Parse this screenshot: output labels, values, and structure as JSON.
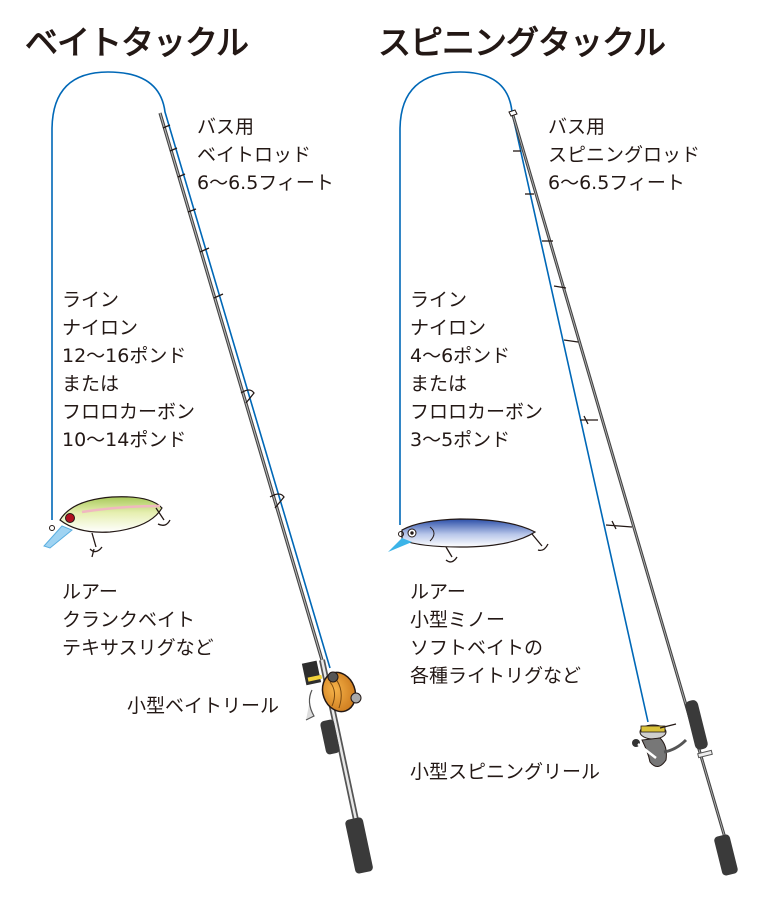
{
  "colors": {
    "line": "#0068b7",
    "text": "#231815",
    "rod": "#555555",
    "bait_reel": "#e8951e",
    "reel_gold": "#d9c23a",
    "crank_body": "#c8dc84",
    "minnow_body": "#3c5fb0"
  },
  "bait": {
    "title": "ベイトタックル",
    "rod_label": [
      "バス用",
      "ベイトロッド",
      "6〜6.5フィート"
    ],
    "line_label": [
      "ライン",
      "ナイロン",
      "12〜16ポンド",
      "または",
      "フロロカーボン",
      "10〜14ポンド"
    ],
    "lure_label": [
      "ルアー",
      "クランクベイト",
      "テキサスリグなど"
    ],
    "reel_label": "小型ベイトリール"
  },
  "spinning": {
    "title": "スピニングタックル",
    "rod_label": [
      "バス用",
      "スピニングロッド",
      "6〜6.5フィート"
    ],
    "line_label": [
      "ライン",
      "ナイロン",
      "4〜6ポンド",
      "または",
      "フロロカーボン",
      "3〜5ポンド"
    ],
    "lure_label": [
      "ルアー",
      "小型ミノー",
      "ソフトベイトの",
      "各種ライトリグなど"
    ],
    "reel_label": "小型スピニングリール"
  }
}
